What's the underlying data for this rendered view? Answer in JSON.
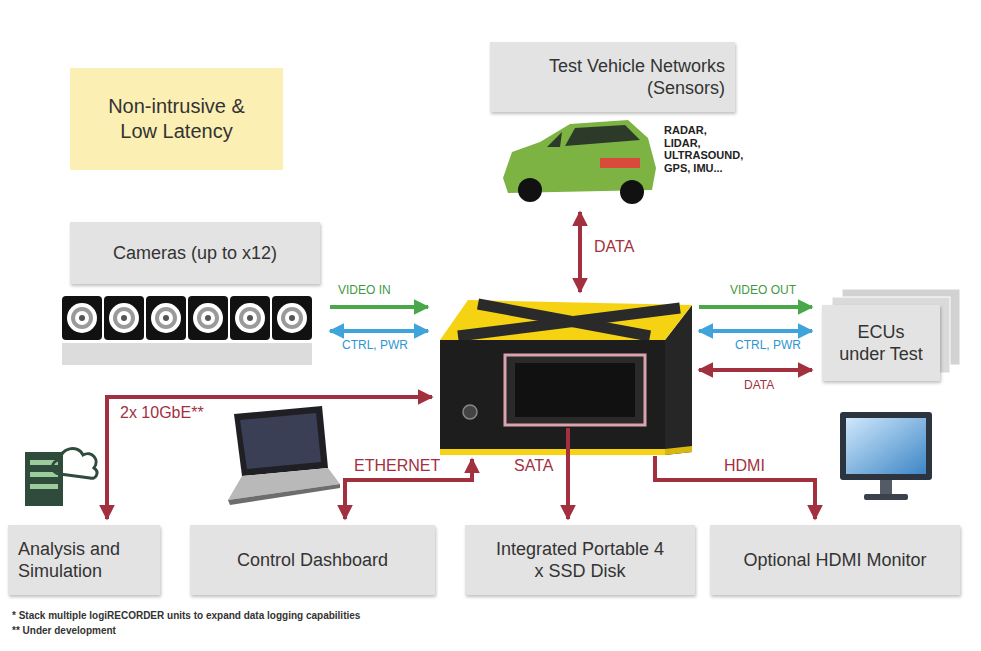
{
  "diagram": {
    "nodes": [
      {
        "text": [
          "Non-intrusive & Low Latency"
        ]
      },
      {
        "text": [
          "Test Vehicle Networks (Sensors)"
        ]
      },
      {
        "text": [
          "Cameras (up to x12)"
        ]
      },
      {
        "text": [
          "ECUs under Test"
        ]
      },
      {
        "text": [
          "Analysis and Simulation"
        ]
      },
      {
        "text": [
          "Control Dashboard"
        ]
      },
      {
        "text": [
          "Integrated Portable 4 x SSD Disk"
        ]
      },
      {
        "text": [
          "Optional HDMI Monitor"
        ]
      }
    ],
    "labels": [
      "RADAR, LIDAR, ULTRASOUND, GPS, IMU...",
      "DATA",
      "VIDEO IN",
      "CTRL, PWR",
      "VIDEO OUT",
      "CTRL, PWR",
      "DATA",
      "2x 10GbE**",
      "ETHERNET",
      "SATA",
      "HDMI",
      "* Stack multiple logiRECORDER units to expand data logging capabilities",
      "** Under development"
    ]
  }
}
